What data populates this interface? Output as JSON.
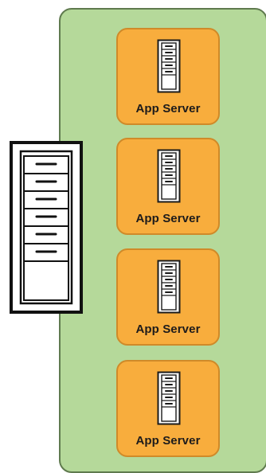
{
  "colors": {
    "zone_bg": "#b5d99a",
    "zone_border": "#5f7a4e",
    "card_bg": "#f8ad3d",
    "card_border": "#cf8a29",
    "icon_stroke": "#1a1a1a"
  },
  "servers": [
    {
      "label": "App Server",
      "icon": "server-icon"
    },
    {
      "label": "App Server",
      "icon": "server-icon"
    },
    {
      "label": "App Server",
      "icon": "server-icon"
    },
    {
      "label": "App Server",
      "icon": "server-icon"
    }
  ],
  "load_balancer": {
    "icon": "load-balancer-icon"
  }
}
